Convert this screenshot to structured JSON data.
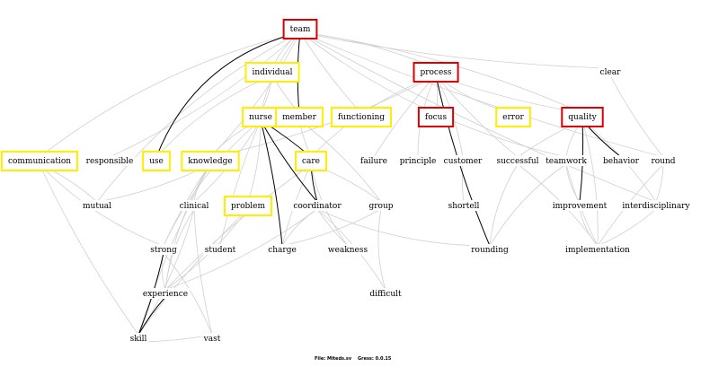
{
  "diagram": {
    "colors": {
      "red_box": "#dd0000",
      "yellow_box": "#ffee00",
      "strong_edge": "#000000",
      "weak_edge": "#d0d0d0",
      "background": "#ffffff"
    },
    "footer": {
      "file_label": "File: Miteds.sv",
      "app_label": "Gress: 0.0.15"
    },
    "nodes": [
      {
        "id": "team",
        "label": "team",
        "box": "red"
      },
      {
        "id": "individual",
        "label": "individual",
        "box": "yellow"
      },
      {
        "id": "process",
        "label": "process",
        "box": "red"
      },
      {
        "id": "clear",
        "label": "clear",
        "box": "none"
      },
      {
        "id": "nurse",
        "label": "nurse",
        "box": "yellow"
      },
      {
        "id": "member",
        "label": "member",
        "box": "yellow"
      },
      {
        "id": "functioning",
        "label": "functioning",
        "box": "yellow"
      },
      {
        "id": "focus",
        "label": "focus",
        "box": "red"
      },
      {
        "id": "error",
        "label": "error",
        "box": "yellow"
      },
      {
        "id": "quality",
        "label": "quality",
        "box": "red"
      },
      {
        "id": "communication",
        "label": "communication",
        "box": "yellow"
      },
      {
        "id": "responsible",
        "label": "responsible",
        "box": "none"
      },
      {
        "id": "use",
        "label": "use",
        "box": "yellow"
      },
      {
        "id": "knowledge",
        "label": "knowledge",
        "box": "yellow"
      },
      {
        "id": "care",
        "label": "care",
        "box": "yellow"
      },
      {
        "id": "failure",
        "label": "failure",
        "box": "none"
      },
      {
        "id": "principle",
        "label": "principle",
        "box": "none"
      },
      {
        "id": "customer",
        "label": "customer",
        "box": "none"
      },
      {
        "id": "successful",
        "label": "successful",
        "box": "none"
      },
      {
        "id": "teamwork",
        "label": "teamwork",
        "box": "none"
      },
      {
        "id": "behavior",
        "label": "behavior",
        "box": "none"
      },
      {
        "id": "round",
        "label": "round",
        "box": "none"
      },
      {
        "id": "mutual",
        "label": "mutual",
        "box": "none"
      },
      {
        "id": "clinical",
        "label": "clinical",
        "box": "none"
      },
      {
        "id": "problem",
        "label": "problem",
        "box": "yellow"
      },
      {
        "id": "coordinator",
        "label": "coordinator",
        "box": "none"
      },
      {
        "id": "group",
        "label": "group",
        "box": "none"
      },
      {
        "id": "shortell",
        "label": "shortell",
        "box": "none"
      },
      {
        "id": "improvement",
        "label": "improvement",
        "box": "none"
      },
      {
        "id": "interdisciplinary",
        "label": "interdisciplinary",
        "box": "none"
      },
      {
        "id": "strong",
        "label": "strong",
        "box": "none"
      },
      {
        "id": "student",
        "label": "student",
        "box": "none"
      },
      {
        "id": "charge",
        "label": "charge",
        "box": "none"
      },
      {
        "id": "weakness",
        "label": "weakness",
        "box": "none"
      },
      {
        "id": "rounding",
        "label": "rounding",
        "box": "none"
      },
      {
        "id": "implementation",
        "label": "implementation",
        "box": "none"
      },
      {
        "id": "experience",
        "label": "experience",
        "box": "none"
      },
      {
        "id": "difficult",
        "label": "difficult",
        "box": "none"
      },
      {
        "id": "skill",
        "label": "skill",
        "box": "none"
      },
      {
        "id": "vast",
        "label": "vast",
        "box": "none"
      }
    ],
    "strong_edges": [
      [
        "team",
        "member"
      ],
      [
        "team",
        "use"
      ],
      [
        "process",
        "rounding"
      ],
      [
        "nurse",
        "care"
      ],
      [
        "nurse",
        "coordinator"
      ],
      [
        "nurse",
        "charge"
      ],
      [
        "care",
        "coordinator"
      ],
      [
        "quality",
        "improvement"
      ],
      [
        "quality",
        "behavior"
      ],
      [
        "strong",
        "skill"
      ],
      [
        "experience",
        "skill"
      ]
    ],
    "weak_edges": [
      [
        "team",
        "individual"
      ],
      [
        "team",
        "process"
      ],
      [
        "team",
        "clear"
      ],
      [
        "team",
        "communication"
      ],
      [
        "team",
        "responsible"
      ],
      [
        "team",
        "functioning"
      ],
      [
        "team",
        "nurse"
      ],
      [
        "team",
        "quality"
      ],
      [
        "team",
        "round"
      ],
      [
        "team",
        "teamwork"
      ],
      [
        "team",
        "knowledge"
      ],
      [
        "team",
        "interdisciplinary"
      ],
      [
        "team",
        "mutual"
      ],
      [
        "individual",
        "nurse"
      ],
      [
        "individual",
        "member"
      ],
      [
        "individual",
        "use"
      ],
      [
        "process",
        "focus"
      ],
      [
        "process",
        "failure"
      ],
      [
        "process",
        "principle"
      ],
      [
        "process",
        "customer"
      ],
      [
        "process",
        "successful"
      ],
      [
        "process",
        "error"
      ],
      [
        "process",
        "knowledge"
      ],
      [
        "process",
        "quality"
      ],
      [
        "process",
        "care"
      ],
      [
        "member",
        "group"
      ],
      [
        "member",
        "care"
      ],
      [
        "nurse",
        "knowledge"
      ],
      [
        "nurse",
        "clinical"
      ],
      [
        "nurse",
        "student"
      ],
      [
        "nurse",
        "strong"
      ],
      [
        "nurse",
        "problem"
      ],
      [
        "care",
        "charge"
      ],
      [
        "care",
        "weakness"
      ],
      [
        "care",
        "group"
      ],
      [
        "care",
        "experience"
      ],
      [
        "coordinator",
        "charge"
      ],
      [
        "coordinator",
        "difficult"
      ],
      [
        "coordinator",
        "weakness"
      ],
      [
        "coordinator",
        "rounding"
      ],
      [
        "coordinator",
        "experience"
      ],
      [
        "knowledge",
        "skill"
      ],
      [
        "knowledge",
        "experience"
      ],
      [
        "knowledge",
        "mutual"
      ],
      [
        "knowledge",
        "strong"
      ],
      [
        "knowledge",
        "clinical"
      ],
      [
        "communication",
        "mutual"
      ],
      [
        "communication",
        "skill"
      ],
      [
        "communication",
        "strong"
      ],
      [
        "clinical",
        "skill"
      ],
      [
        "clinical",
        "vast"
      ],
      [
        "clinical",
        "experience"
      ],
      [
        "problem",
        "experience"
      ],
      [
        "problem",
        "skill"
      ],
      [
        "group",
        "difficult"
      ],
      [
        "group",
        "charge"
      ],
      [
        "customer",
        "shortell"
      ],
      [
        "successful",
        "rounding"
      ],
      [
        "successful",
        "implementation"
      ],
      [
        "teamwork",
        "implementation"
      ],
      [
        "teamwork",
        "improvement"
      ],
      [
        "quality",
        "interdisciplinary"
      ],
      [
        "quality",
        "successful"
      ],
      [
        "quality",
        "teamwork"
      ],
      [
        "round",
        "interdisciplinary"
      ],
      [
        "round",
        "implementation"
      ],
      [
        "improvement",
        "implementation"
      ],
      [
        "interdisciplinary",
        "implementation"
      ],
      [
        "clear",
        "round"
      ],
      [
        "strong",
        "experience"
      ],
      [
        "strong",
        "vast"
      ],
      [
        "skill",
        "vast"
      ],
      [
        "teamwork",
        "rounding"
      ],
      [
        "quality",
        "implementation"
      ]
    ]
  }
}
